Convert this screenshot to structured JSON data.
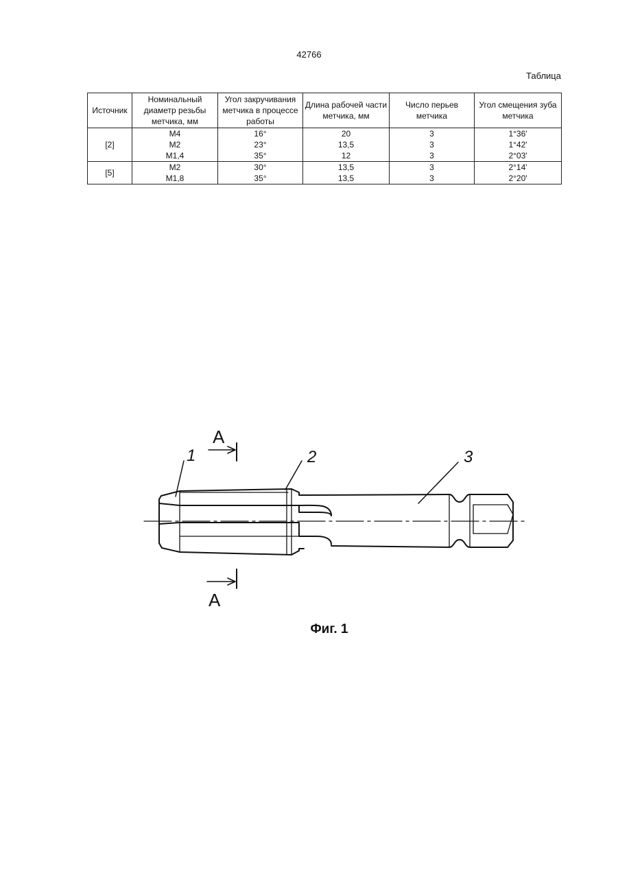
{
  "page_number": "42766",
  "table": {
    "caption": "Таблица",
    "headers": [
      "Источник",
      "Номинальный диаметр резьбы метчика, мм",
      "Угол закручивания метчика в процессе работы",
      "Длина рабочей части метчика, мм",
      "Число перьев метчика",
      "Угол смещения зуба метчика"
    ],
    "groups": [
      {
        "source": "[2]",
        "rows": [
          [
            "М4",
            "16°",
            "20",
            "3",
            "1°36'"
          ],
          [
            "М2",
            "23°",
            "13,5",
            "3",
            "1°42'"
          ],
          [
            "М1,4",
            "35°",
            "12",
            "3",
            "2°03'"
          ]
        ]
      },
      {
        "source": "[5]",
        "rows": [
          [
            "М2",
            "30°",
            "13,5",
            "3",
            "2°14'"
          ],
          [
            "М1,8",
            "35°",
            "13,5",
            "3",
            "2°20'"
          ]
        ]
      }
    ]
  },
  "figure": {
    "labels": {
      "part1": "1",
      "part2": "2",
      "part3": "3",
      "section_top": "А",
      "section_bottom": "А"
    },
    "caption": "Фиг. 1"
  }
}
